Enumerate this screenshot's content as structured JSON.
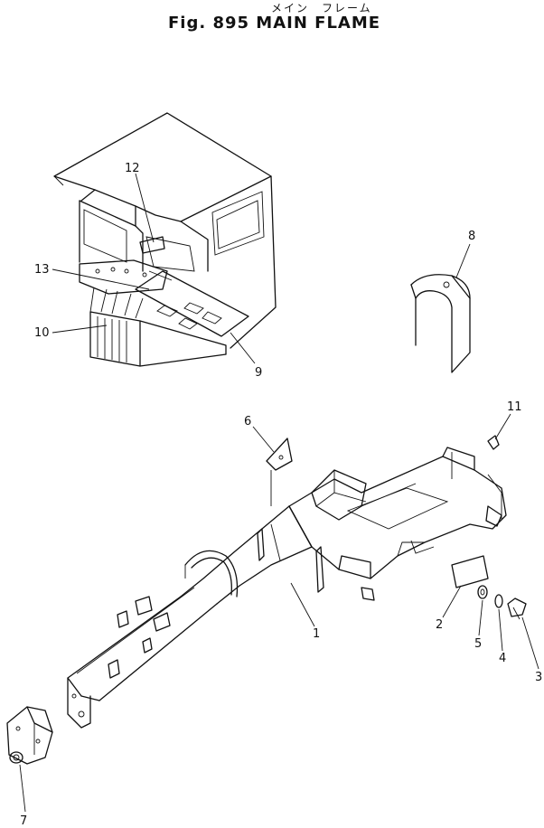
{
  "header": {
    "japanese_title": "メイン　フレーム",
    "figure_title": "Fig. 895 MAIN FLAME"
  },
  "callouts": {
    "c1": "1",
    "c2": "2",
    "c3": "3",
    "c4": "4",
    "c5": "5",
    "c6": "6",
    "c7": "7",
    "c8": "8",
    "c9": "9",
    "c10": "10",
    "c11": "11",
    "c12": "12",
    "c13": "13"
  }
}
